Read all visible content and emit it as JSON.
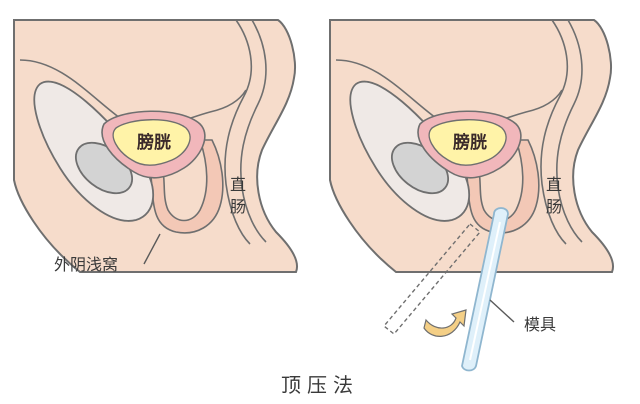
{
  "diagram": {
    "panels": [
      {
        "name": "left",
        "labels": {
          "bladder": "膀胱",
          "rectum_top": "直",
          "rectum_bottom": "肠",
          "vestibule": "外阴浅窝"
        }
      },
      {
        "name": "right",
        "labels": {
          "bladder": "膀胱",
          "rectum_top": "直",
          "rectum_bottom": "肠",
          "mold": "模具"
        }
      }
    ],
    "caption": "顶压法",
    "colors": {
      "skin": "#f6dccb",
      "outline": "#6f6f6f",
      "bladder_fill": "#fff3a8",
      "bladder_ring": "#f1b7bb",
      "bone": "#d3d3d3",
      "bone_outer": "#efe9e6",
      "inner_tissue": "#f3c8b6",
      "mold_fill": "#dff0fa",
      "mold_edge": "#8fb6cf",
      "arrow": "#f4cf86"
    }
  }
}
